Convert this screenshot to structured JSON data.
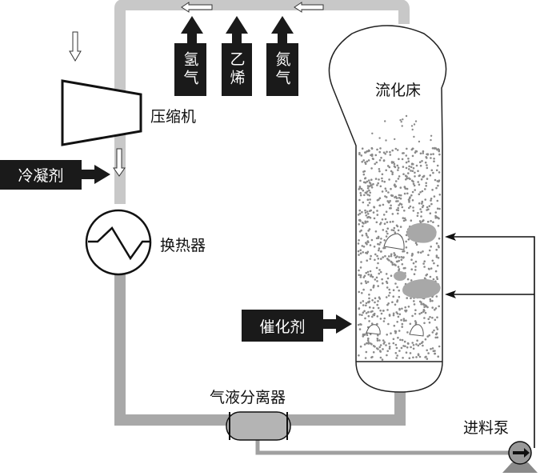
{
  "title": "流化床聚合工艺流程示意图",
  "labels": {
    "fluidized_bed": "流化床",
    "compressor": "压缩机",
    "heat_exchanger": "换热器",
    "separator": "气液分离器",
    "feed_pump": "进料泵"
  },
  "inputs": {
    "hydrogen": "氢气",
    "ethylene": "乙烯",
    "nitrogen": "氮气",
    "condensing_agent": "冷凝剂",
    "catalyst": "催化剂"
  },
  "colors": {
    "pipe": "#c4c4c4",
    "pipe_dark": "#9e9e9e",
    "block": "#1a1a1a",
    "bubble": "#a8a8a8",
    "particle": "#8a8a8a"
  }
}
